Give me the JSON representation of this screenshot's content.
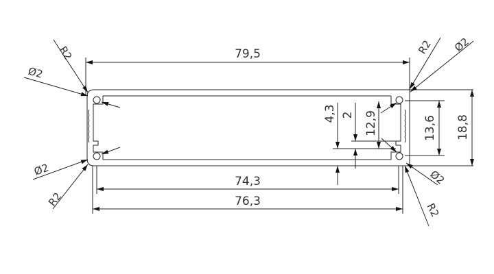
{
  "drawing": {
    "dimensions": {
      "overall_width": "79,5",
      "inner_width": "74,3",
      "mid_width": "76,3",
      "overall_height": "18,8",
      "inner_height": "13,6",
      "slot_height": "12,9",
      "slot_gap": "2",
      "slot_offset": "4,3"
    },
    "callouts": {
      "radius": "R2",
      "diameter": "Ø2"
    },
    "line_color": "#222222",
    "background": "#ffffff"
  }
}
